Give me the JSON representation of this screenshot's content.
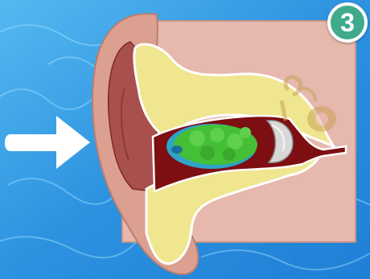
{
  "badge": {
    "step_number": "3"
  },
  "colors": {
    "water_light": "#5ec6f2",
    "water_dark": "#1f7fd6",
    "tissue_panel": "#e7b8ae",
    "outer_ear": "#dca091",
    "concha": "#a8504d",
    "canal_outline": "#7d0f12",
    "bone": "#f0e68f",
    "earwax": "#44bf36",
    "eardrum": "#d8d8d8",
    "badge": "#3fab8a",
    "arrow": "#ffffff"
  },
  "icons": [
    "arrow-right-icon",
    "earwax-blob",
    "eardrum",
    "cochlea"
  ]
}
